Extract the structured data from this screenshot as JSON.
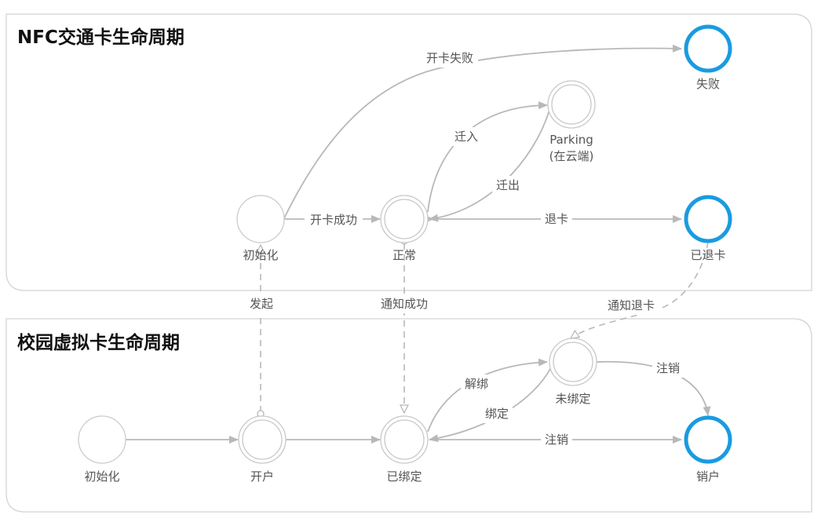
{
  "colors": {
    "panel_border": "#d4d4d4",
    "edge": "#b8b8b8",
    "state_ring": "#c8c8c8",
    "final_ring": "#1a9be0",
    "label": "#555555"
  },
  "panels": {
    "nfc": {
      "title": "NFC交通卡生命周期"
    },
    "campus": {
      "title": "校园虚拟卡生命周期"
    }
  },
  "states": {
    "nfc_init": {
      "label": "初始化",
      "kind": "initial"
    },
    "nfc_normal": {
      "label": "正常",
      "kind": "normal"
    },
    "nfc_parking": {
      "label": "Parking",
      "label2": "(在云端)",
      "kind": "normal"
    },
    "nfc_fail": {
      "label": "失败",
      "kind": "final"
    },
    "nfc_refunded": {
      "label": "已退卡",
      "kind": "final"
    },
    "campus_init": {
      "label": "初始化",
      "kind": "initial"
    },
    "campus_open": {
      "label": "开户",
      "kind": "normal"
    },
    "campus_bound": {
      "label": "已绑定",
      "kind": "normal"
    },
    "campus_unbound": {
      "label": "未绑定",
      "kind": "normal"
    },
    "campus_cancel": {
      "label": "销户",
      "kind": "final"
    }
  },
  "edges": {
    "open_fail": "开卡失败",
    "open_success": "开卡成功",
    "migrate_in": "迁入",
    "migrate_out": "迁出",
    "refund": "退卡",
    "initiate": "发起",
    "notify_success": "通知成功",
    "notify_refund": "通知退卡",
    "unbind": "解绑",
    "bind": "绑定",
    "cancel_from_unbound": "注销",
    "cancel_from_bound": "注销"
  }
}
